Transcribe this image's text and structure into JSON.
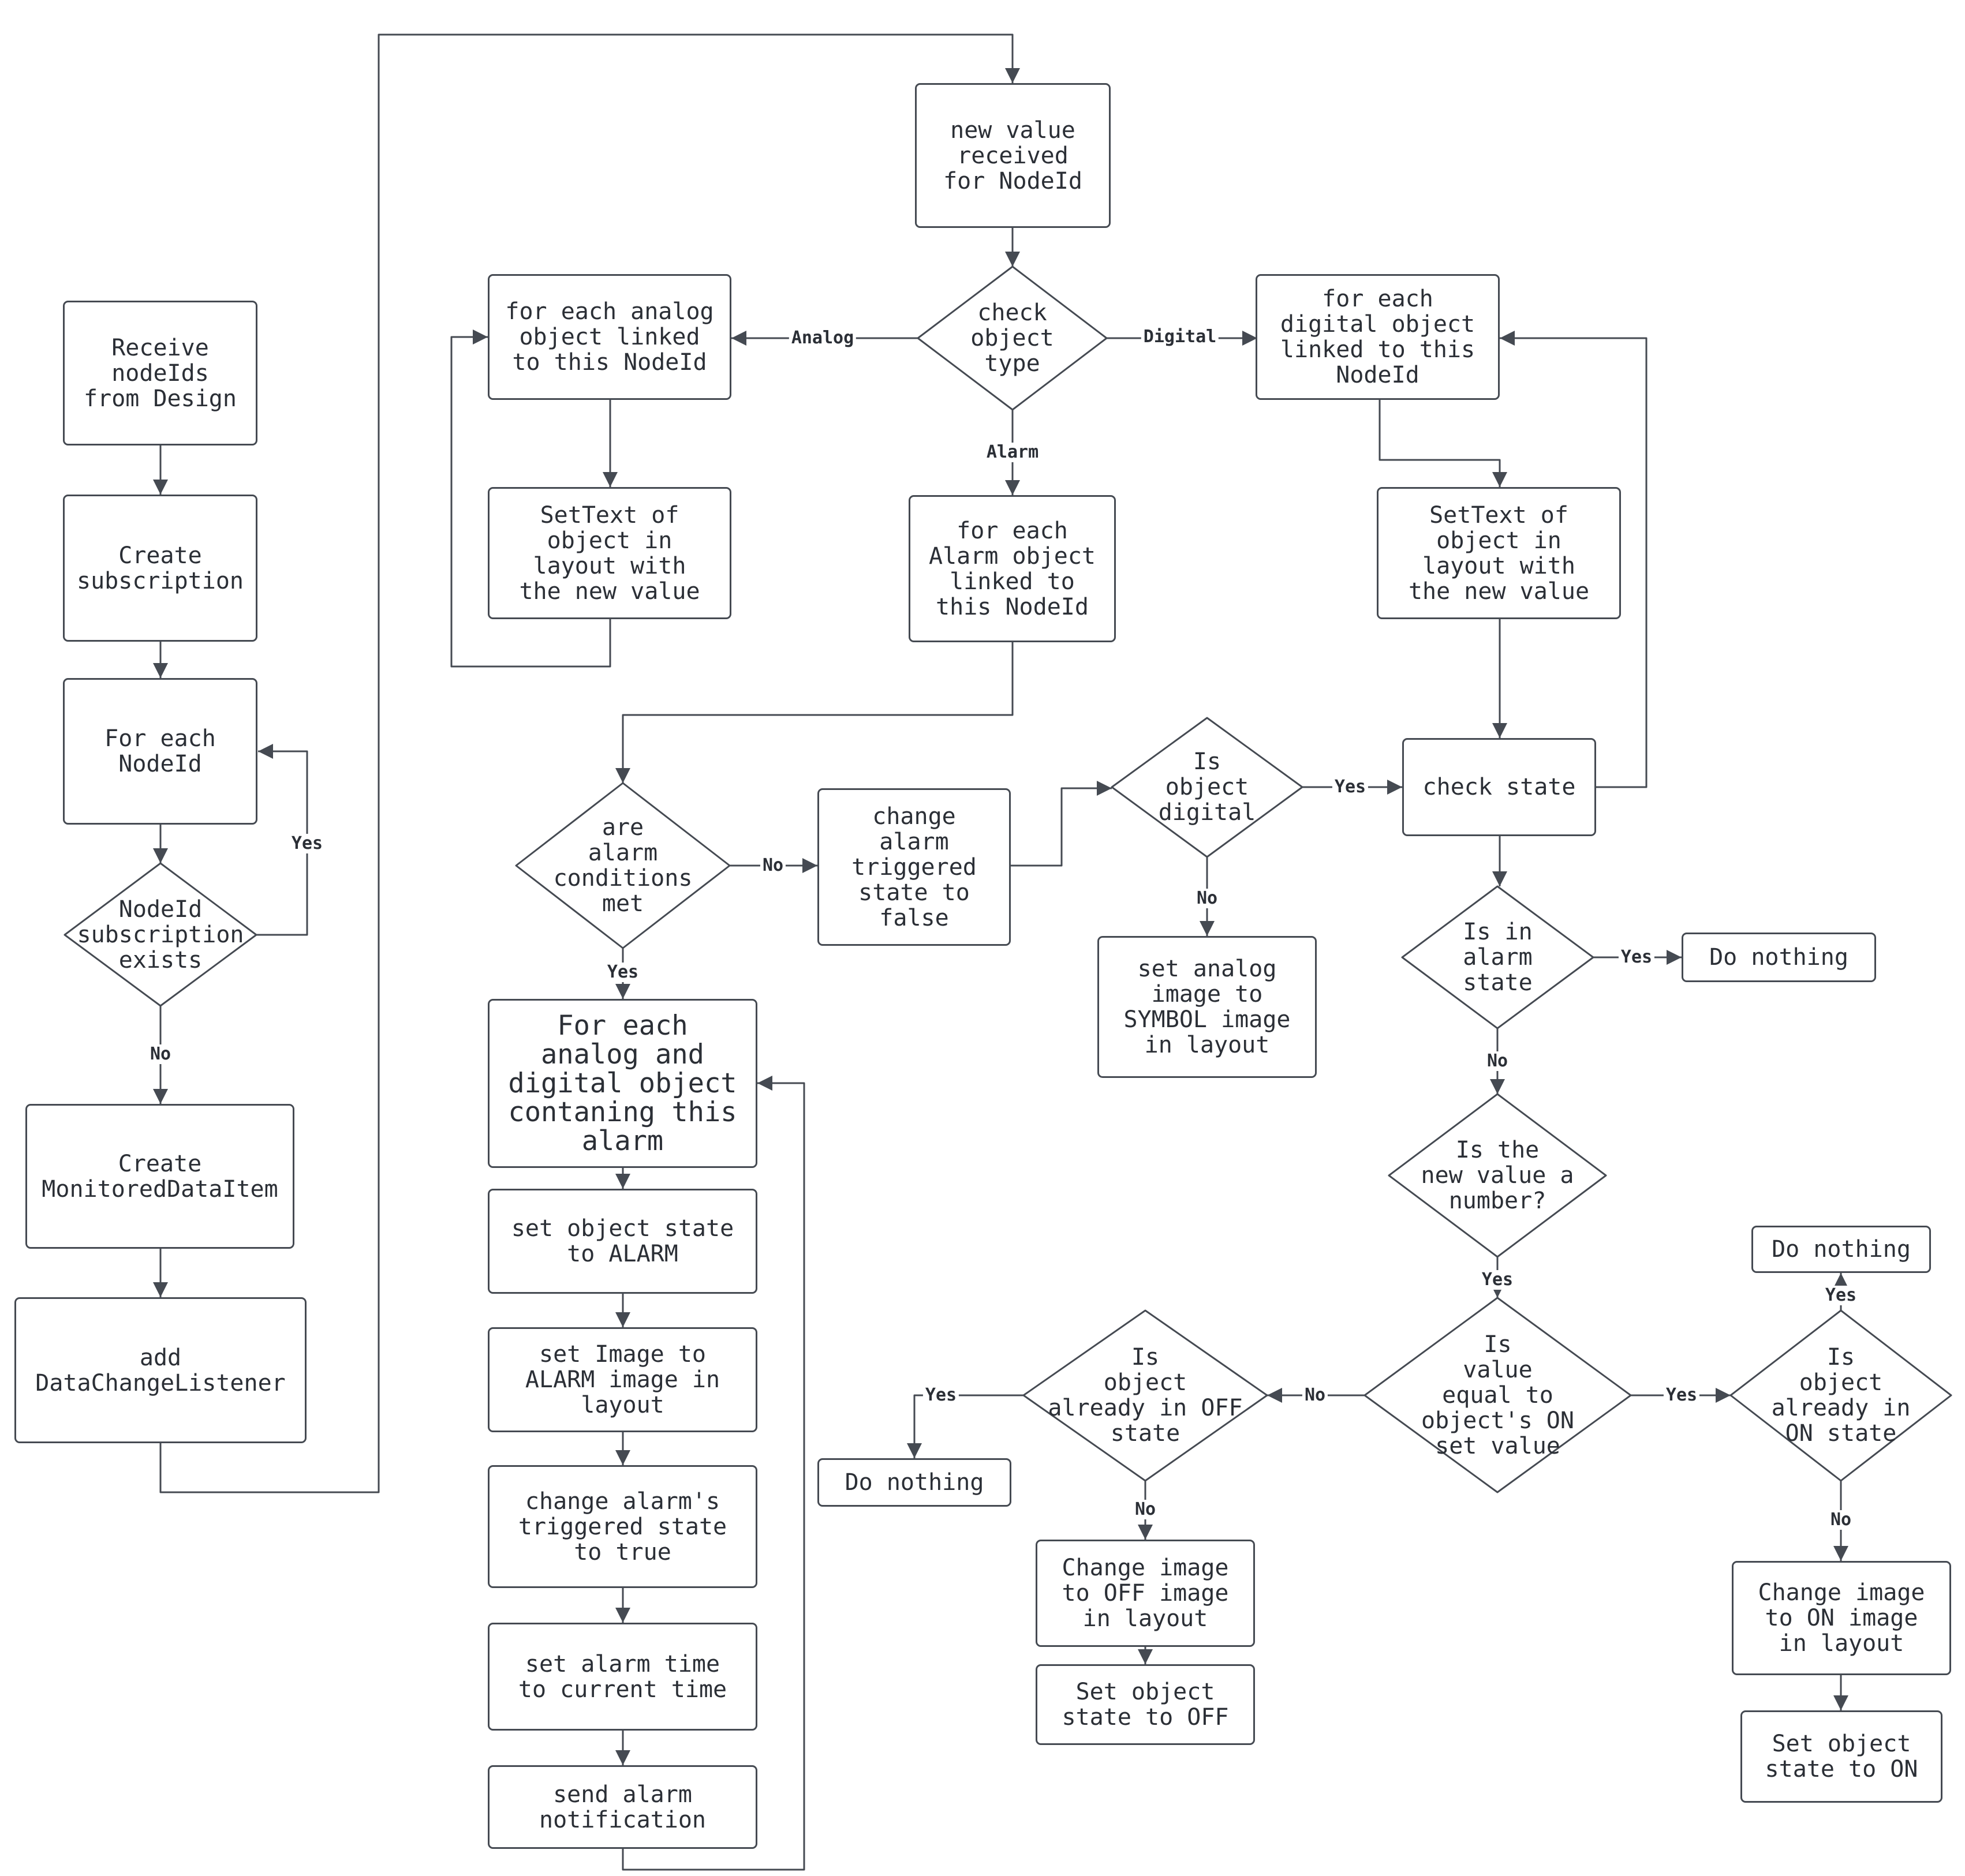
{
  "nodes": {
    "receive_nodeids": "Receive\nnodeIds\nfrom Design",
    "create_subscription": "Create\nsubscription",
    "for_each_nodeid": "For each\nNodeId",
    "nodeid_subscription_exists": "NodeId\nsubscription\nexists",
    "create_monitored_data_item": "Create\nMonitoredDataItem",
    "add_data_change_listener": "add\nDataChangeListener",
    "new_value_received": "new value\nreceived\nfor NodeId",
    "check_object_type": "check\nobject\ntype",
    "for_each_analog": "for each analog\nobject linked\nto this NodeId",
    "settext_analog": "SetText of\nobject in\nlayout with\nthe new value",
    "for_each_alarm": "for each\nAlarm object\nlinked to\nthis NodeId",
    "for_each_digital": "for each\ndigital object\nlinked to this\nNodeId",
    "settext_digital": "SetText of\nobject in\nlayout with\nthe new value",
    "alarm_conditions_met": "are\nalarm\nconditions\nmet",
    "change_triggered_false": "change\nalarm\ntriggered\nstate to\nfalse",
    "is_object_digital": "Is\nobject\ndigital",
    "check_state": "check state",
    "set_analog_image_symbol": "set analog\nimage to\nSYMBOL image\nin layout",
    "is_in_alarm_state": "Is in\nalarm\nstate",
    "do_nothing_alarm": "Do nothing",
    "is_new_value_number": "Is the\nnew value a\nnumber?",
    "for_each_containing_alarm": "For each\nanalog and\ndigital object\ncontaning this\nalarm",
    "set_state_alarm": "set object state\nto ALARM",
    "set_image_alarm": "set Image to\nALARM image in\nlayout",
    "change_triggered_true": "change alarm's\ntriggered state\nto true",
    "set_alarm_time": "set alarm time\nto current time",
    "send_alarm_notification": "send alarm\nnotification",
    "value_equal_on": "Is\nvalue\nequal to\nobject's ON\nset value",
    "already_off": "Is\nobject\nalready in OFF\nstate",
    "already_on": "Is\nobject\nalready in\nON state",
    "do_nothing_off": "Do nothing",
    "do_nothing_on": "Do nothing",
    "change_image_off": "Change image\nto OFF image\nin layout",
    "set_state_off": "Set  object\nstate to OFF",
    "change_image_on": "Change image\nto ON image\nin layout",
    "set_state_on": "Set  object\nstate to ON"
  },
  "edge_labels": {
    "subscription_exists_yes": "Yes",
    "subscription_exists_no": "No",
    "type_analog": "Analog",
    "type_digital": "Digital",
    "type_alarm": "Alarm",
    "conditions_no": "No",
    "conditions_yes": "Yes",
    "is_digital_yes": "Yes",
    "is_digital_no": "No",
    "in_alarm_yes": "Yes",
    "in_alarm_no": "No",
    "is_number_yes": "Yes",
    "equal_on_no": "No",
    "equal_on_yes": "Yes",
    "already_off_yes": "Yes",
    "already_off_no": "No",
    "already_on_yes": "Yes",
    "already_on_no": "No"
  },
  "colors": {
    "stroke": "#454a52",
    "text": "#2b2f36",
    "background": "#ffffff"
  }
}
